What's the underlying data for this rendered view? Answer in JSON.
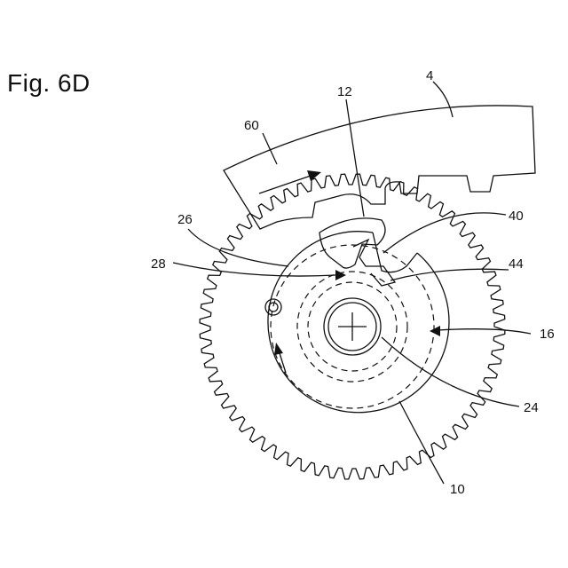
{
  "figure": {
    "title": "Fig. 6D",
    "labels": {
      "l4": "4",
      "l12": "12",
      "l60": "60",
      "l26": "26",
      "l40": "40",
      "l28": "28",
      "l44": "44",
      "l16": "16",
      "l24": "24",
      "l10": "10"
    }
  }
}
